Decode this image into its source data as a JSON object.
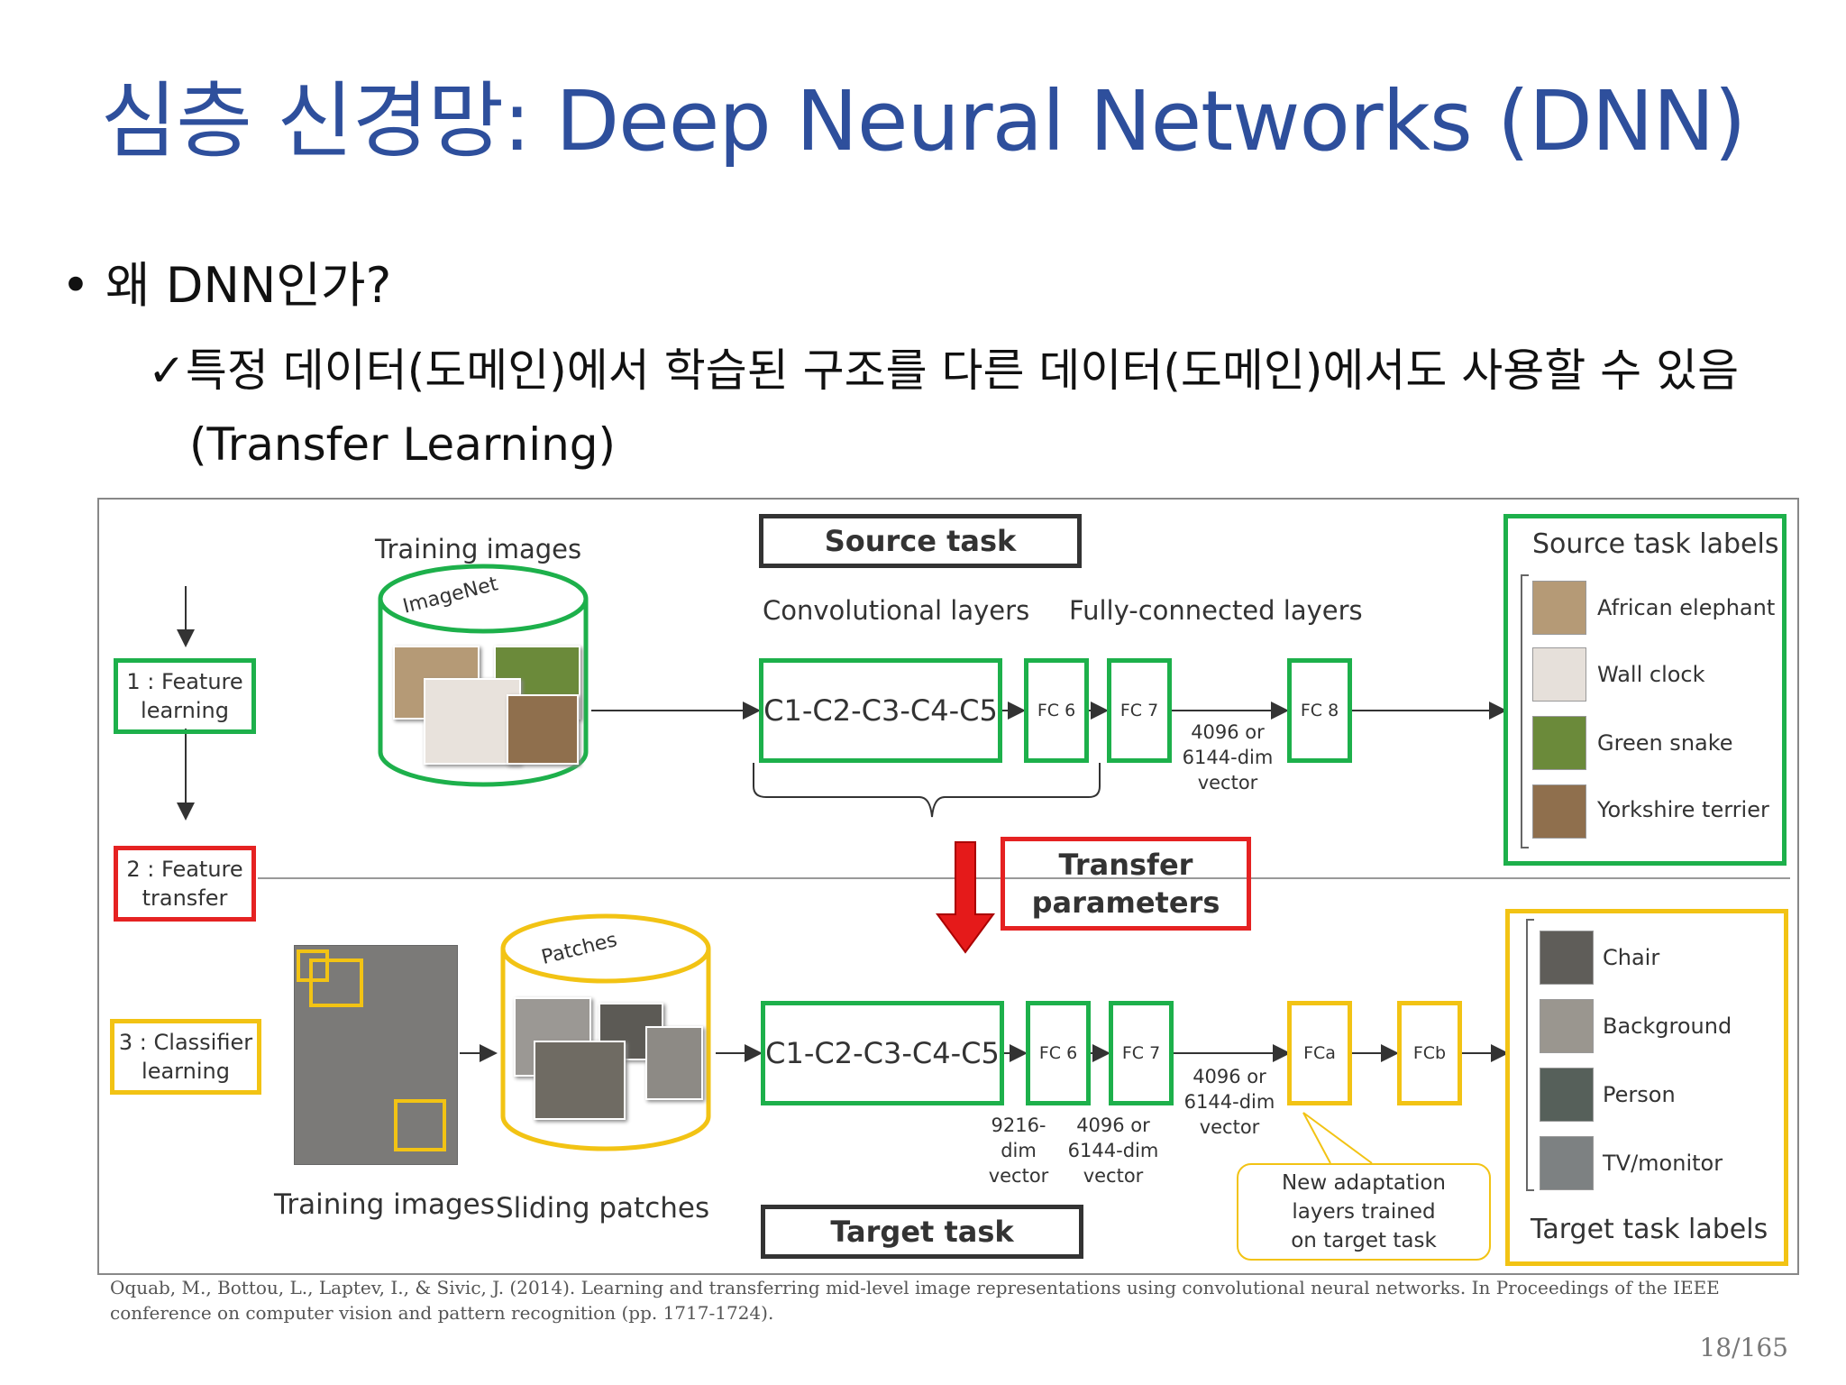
{
  "slide": {
    "title": "심층 신경망: Deep Neural Networks (DNN)",
    "bullet": "• 왜 DNN인가?",
    "check_line1": "✓특정 데이터(도메인)에서 학습된 구조를 다른 데이터(도메인)에서도 사용할 수 있음",
    "check_line2": "(Transfer Learning)",
    "citation": "Oquab, M., Bottou, L., Laptev, I., & Sivic, J. (2014). Learning and transferring mid-level image representations using convolutional neural networks. In Proceedings of the IEEE conference on computer vision and pattern recognition (pp. 1717-1724).",
    "page_number": "18/165"
  },
  "diagram": {
    "steps": [
      "1 : Feature learning",
      "2 : Feature transfer",
      "3 : Classifier learning"
    ],
    "source": {
      "training_images_label": "Training images",
      "cylinder_label": "ImageNet",
      "task_title": "Source task",
      "conv_header": "Convolutional layers",
      "fc_header": "Fully-connected layers",
      "conv_block": "C1-C2-C3-C4-C5",
      "fc6": "FC 6",
      "fc7": "FC 7",
      "fc8": "FC 8",
      "vector_note": "4096 or 6144-dim vector",
      "labels_title": "Source task labels",
      "labels": [
        "African elephant",
        "Wall clock",
        "Green snake",
        "Yorkshire terrier"
      ]
    },
    "transfer": {
      "title": "Transfer parameters"
    },
    "target": {
      "training_images_label": "Training images",
      "patches_label": "Sliding patches",
      "cylinder_label": "Patches",
      "task_title": "Target task",
      "conv_block": "C1-C2-C3-C4-C5",
      "fc6": "FC 6",
      "fc7": "FC 7",
      "fca": "FCa",
      "fcb": "FCb",
      "note_9216": "9216-dim vector",
      "note_4096a": "4096 or 6144-dim vector",
      "note_4096b": "4096 or 6144-dim vector",
      "adaptation_note": "New adaptation layers trained on target task",
      "labels_title": "Target task labels",
      "labels": [
        "Chair",
        "Background",
        "Person",
        "TV/monitor"
      ]
    }
  }
}
